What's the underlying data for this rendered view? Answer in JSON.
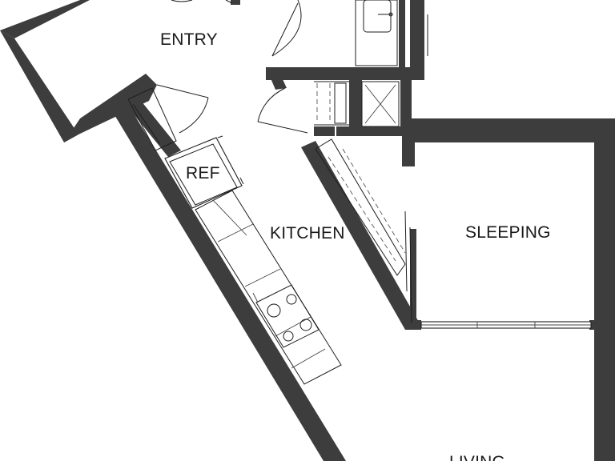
{
  "rooms": {
    "entry": "ENTRY",
    "ref": "REF",
    "kitchen": "KITCHEN",
    "sleeping": "SLEEPING",
    "living": "LIVING"
  },
  "colors": {
    "wall": "#3d3d3d",
    "line": "#1e1e1e",
    "background": "#ffffff"
  }
}
